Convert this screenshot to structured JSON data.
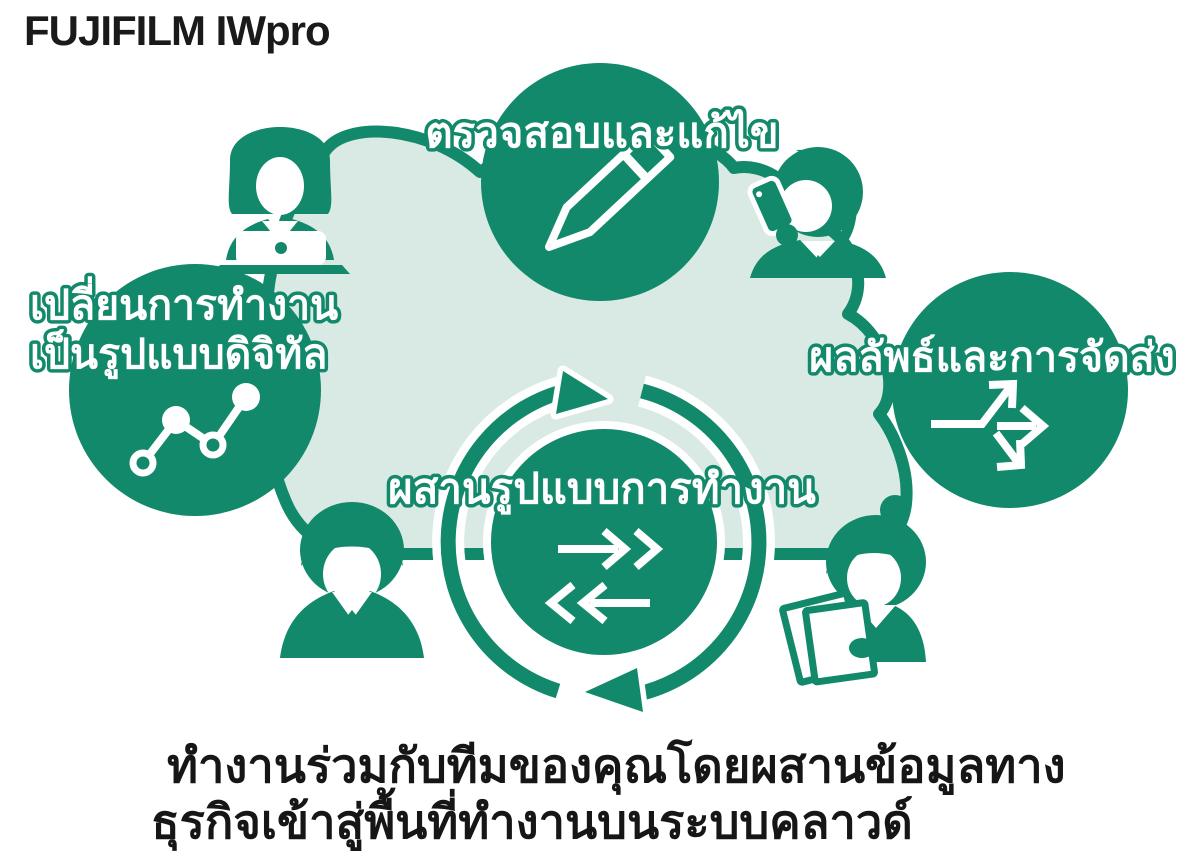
{
  "header": {
    "title": "FUJIFILM IWpro"
  },
  "colors": {
    "brand_green": "#12896a",
    "cloud_fill": "#d8eae3",
    "label_fill": "#ffffff",
    "label_outline": "#12896a",
    "title_text": "#1a1a1a",
    "caption_text": "#161616"
  },
  "diagram": {
    "cloud": {
      "name": "cloud-workspace-shape"
    },
    "cycle": {
      "direction": "clockwise",
      "icon": "cycle-arrows-icon"
    },
    "nodes": [
      {
        "id": "review",
        "position": "top",
        "label": "ตรวจสอบและแก้ไข",
        "icon": "pencil-icon"
      },
      {
        "id": "digitize",
        "position": "left",
        "label_line1": "เปลี่ยนการทำงาน",
        "label_line2": "เป็นรูปแบบดิจิทัล",
        "icon": "line-chart-icon"
      },
      {
        "id": "deliver",
        "position": "right",
        "label": "ผลลัพธ์และการจัดส่ง",
        "icon": "branch-arrows-icon"
      },
      {
        "id": "integrate",
        "position": "center",
        "label": "ผสานรูปแบบการทำงาน",
        "icon": "sync-arrows-icon"
      }
    ],
    "people": [
      {
        "id": "woman-laptop",
        "position": "top-left"
      },
      {
        "id": "man-phone",
        "position": "top-right"
      },
      {
        "id": "man-suit",
        "position": "bottom-left"
      },
      {
        "id": "woman-documents",
        "position": "bottom-right"
      }
    ]
  },
  "caption": {
    "line1": "ทำงานร่วมกับทีมของคุณโดยผสานข้อมูลทาง",
    "line2": "ธุรกิจเข้าสู่พื้นที่ทำงานบนระบบคลาวด์"
  }
}
